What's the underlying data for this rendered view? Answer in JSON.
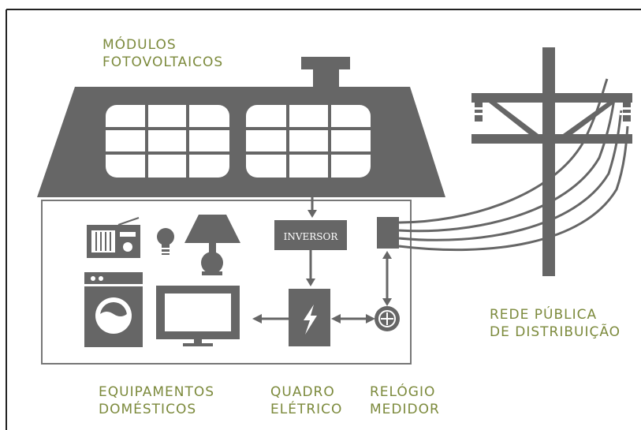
{
  "labels": {
    "modules": [
      "MÓDULOS",
      "FOTOVOLTAICOS"
    ],
    "grid": [
      "REDE PÚBLICA",
      "DE DISTRIBUIÇÃO"
    ],
    "appliances": [
      "EQUIPAMENTOS",
      "DOMÉSTICOS"
    ],
    "panel": [
      "QUADRO",
      "ELÉTRICO"
    ],
    "meter": [
      "RELÓGIO",
      "MEDIDOR"
    ]
  },
  "inverter_label": "INVERSOR",
  "colors": {
    "gray": "#666666",
    "green": "#7c8a3c",
    "white": "#ffffff"
  },
  "icons": [
    "radio-icon",
    "light-bulb-icon",
    "lamp-icon",
    "washing-machine-icon",
    "tv-icon",
    "lightning-icon",
    "meter-icon",
    "utility-pole-icon"
  ]
}
